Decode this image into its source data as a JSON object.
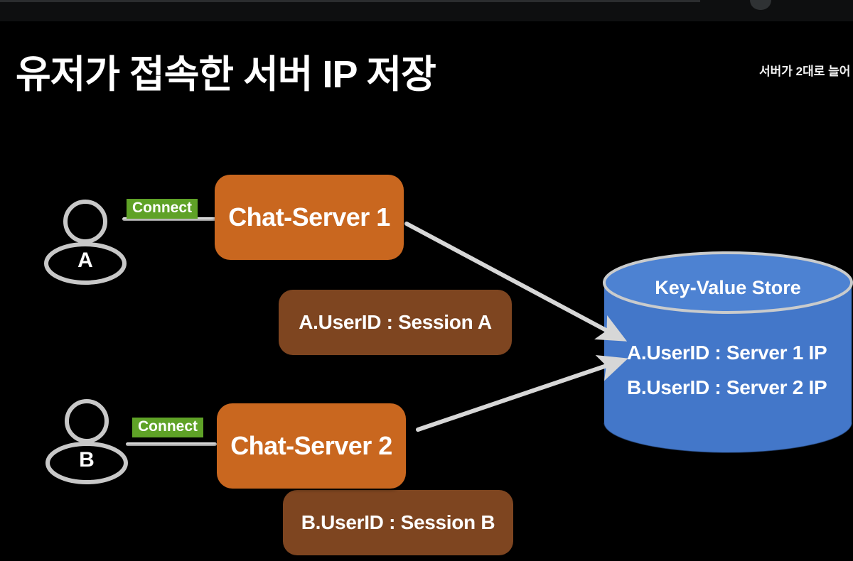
{
  "slide": {
    "title": "유저가 접속한 서버 IP 저장",
    "note": "서버가 2대로 늘어",
    "background_color": "#000000",
    "title_color": "#ffffff"
  },
  "colors": {
    "server_orange": "#C9671F",
    "session_brown": "#7E4520",
    "store_blue": "#4377C9",
    "store_stroke": "#C9CBCC",
    "connect_green": "#5FA227",
    "arrow_grey": "#D7D7D7"
  },
  "actors": [
    {
      "label": "A",
      "connect_label": "Connect"
    },
    {
      "label": "B",
      "connect_label": "Connect"
    }
  ],
  "servers": [
    {
      "name": "Chat-Server 1",
      "session": "A.UserID : Session A"
    },
    {
      "name": "Chat-Server 2",
      "session": "B.UserID : Session B"
    }
  ],
  "store": {
    "title": "Key-Value Store",
    "entries": [
      "A.UserID : Server 1 IP",
      "B.UserID : Server 2 IP"
    ]
  }
}
